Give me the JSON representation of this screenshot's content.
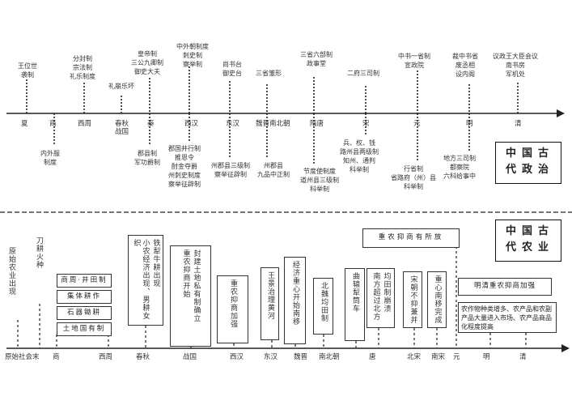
{
  "politics": {
    "title_line1": "中国古",
    "title_line2": "代政治",
    "eras": [
      {
        "label": "夏"
      },
      {
        "label": "商"
      },
      {
        "label": "西周"
      },
      {
        "label": "春秋\n战国"
      },
      {
        "label": "秦"
      },
      {
        "label": "西汉"
      },
      {
        "label": "东汉"
      },
      {
        "label": "魏晋南北朝"
      },
      {
        "label": "隋唐"
      },
      {
        "label": "宋"
      },
      {
        "label": "元"
      },
      {
        "label": "明"
      },
      {
        "label": "清"
      }
    ],
    "above": [
      {
        "text": "王位世\n袭制"
      },
      {
        "text": "分封制\n宗法制\n礼乐制度"
      },
      {
        "text": "礼崩乐坏"
      },
      {
        "text": "皇帝制\n三公九卿制\n御史大夫"
      },
      {
        "text": "中外朝制度\n刺史制\n察举制"
      },
      {
        "text": "尚书台\n御史台"
      },
      {
        "text": "三省雏形"
      },
      {
        "text": "三省六部制\n政事堂"
      },
      {
        "text": "二府三司制"
      },
      {
        "text": "中书一省制\n宣政院"
      },
      {
        "text": "裁中书省\n废丞相\n设内阁"
      },
      {
        "text": "议政王大臣会议\n南书房\n军机处"
      }
    ],
    "below": [
      {
        "text": "内外服\n制度"
      },
      {
        "text": "郡县制\n军功爵制"
      },
      {
        "text": "郡国并行制\n推恩令\n酎金夺爵\n州刺史制度\n察举征辟制"
      },
      {
        "text": "州郡县三级制\n察举征辟制"
      },
      {
        "text": "州郡县\n九品中正制"
      },
      {
        "text": "节度使制度\n道州县三级制\n科举制"
      },
      {
        "text": "兵、权、钱\n路州县两级制\n知州、通判\n科举制"
      },
      {
        "text": "行省制\n省路府（州）县\n科举制"
      },
      {
        "text": "地方三司制\n都察院\n六科给事中"
      }
    ]
  },
  "agriculture": {
    "title_line1": "中国古",
    "title_line2": "代农业",
    "eras": [
      {
        "label": "原始社会末"
      },
      {
        "label": "商"
      },
      {
        "label": "西周"
      },
      {
        "label": "春秋"
      },
      {
        "label": "战国"
      },
      {
        "label": "西汉"
      },
      {
        "label": "东汉"
      },
      {
        "label": "魏晋"
      },
      {
        "label": "南北朝"
      },
      {
        "label": "唐"
      },
      {
        "label": "北宋"
      },
      {
        "label": "南宋"
      },
      {
        "label": "元"
      },
      {
        "label": "明"
      },
      {
        "label": "清"
      }
    ],
    "free_texts": [
      {
        "text": "原始农业出现"
      },
      {
        "text": "刀耕火种"
      }
    ],
    "zhou_rows": [
      {
        "text": "商周·井田制"
      },
      {
        "text": "集体耕作"
      },
      {
        "text": "石器锄耕"
      },
      {
        "text": "土地国有制"
      }
    ],
    "boxes": [
      {
        "cols": [
          "铁犁牛耕出现",
          "小农经济出现、男耕女织"
        ]
      },
      {
        "cols": [
          "封建土地私有制确立",
          "重农抑商开始"
        ]
      },
      {
        "cols": [
          "重农抑商加强"
        ]
      },
      {
        "cols": [
          "王景治理黄河"
        ]
      },
      {
        "cols": [
          "经济重心开始南移"
        ]
      },
      {
        "cols": [
          "北魏均田制"
        ]
      },
      {
        "cols": [
          "曲辕犁筒车"
        ]
      },
      {
        "cols": [
          "均田制崩溃",
          "南方超过北方"
        ]
      },
      {
        "cols": [
          "宋朝不抑兼并"
        ]
      },
      {
        "cols": [
          "重心南移完成"
        ]
      }
    ],
    "relaxed_label": "重农抑商有所放",
    "ming_qing_strengthen": "明清重农抑商加强",
    "ming_qing_commerce": "农作物种类增多、农产品和农副产品大量进入市场、农产品商品化程度提高"
  }
}
